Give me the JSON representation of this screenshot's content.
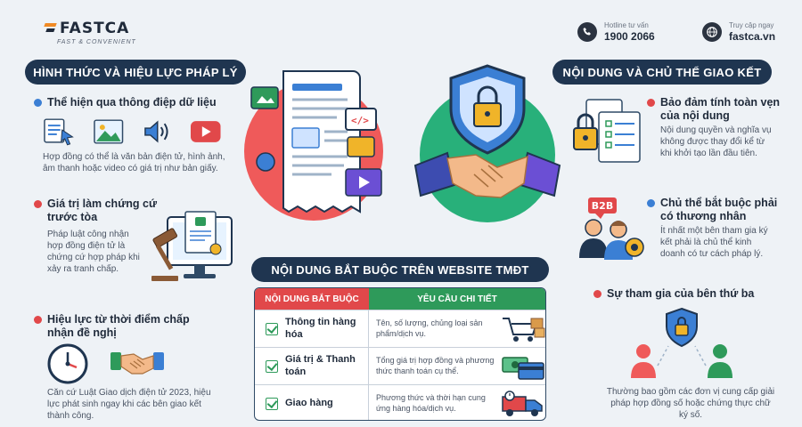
{
  "header": {
    "brand": "FASTCA",
    "tagline": "FAST & CONVENIENT",
    "hotline_label": "Hotline tư vấn",
    "hotline_value": "1900 2066",
    "web_label": "Truy cập ngay",
    "web_value": "fastca.vn"
  },
  "left": {
    "banner": "HÌNH THỨC VÀ HIỆU LỰC PHÁP LÝ",
    "items": [
      {
        "title": "Thể hiện qua thông điệp dữ liệu",
        "desc": "Hợp đồng có thể là văn bản điện tử, hình ảnh, âm thanh hoặc video có giá trị như bản giấy."
      },
      {
        "title": "Giá trị làm chứng cứ trước tòa",
        "desc": "Pháp luật công nhận hợp đồng điện tử là chứng cứ hợp pháp khi xảy ra tranh chấp."
      },
      {
        "title": "Hiệu lực từ thời điểm chấp nhận đề nghị",
        "desc": "Căn cứ Luật Giao dịch điện tử 2023, hiệu lực phát sinh ngay khi các bên giao kết thành công."
      }
    ]
  },
  "right": {
    "banner": "NỘI DUNG VÀ CHỦ THỂ GIAO KẾT",
    "items": [
      {
        "title": "Bảo đảm tính toàn vẹn của nội dung",
        "desc": "Nội dung quyền và nghĩa vụ không được thay đổi kể từ khi khởi tạo lần đầu tiên."
      },
      {
        "title": "Chủ thể bắt buộc phải có thương nhân",
        "desc": "Ít nhất một bên tham gia ký kết phải là chủ thể kinh doanh có tư cách pháp lý.",
        "badge": "B2B"
      },
      {
        "title": "Sự tham gia của bên thứ ba",
        "desc": "Thường bao gồm các đơn vị cung cấp giải pháp hợp đồng số hoặc chứng thực chữ ký số."
      }
    ]
  },
  "center": {
    "banner": "NỘI DUNG BẮT BUỘC TRÊN WEBSITE TMĐT",
    "table": {
      "headers": [
        "NỘI DUNG BẮT BUỘC",
        "YÊU CẦU CHI TIẾT"
      ],
      "rows": [
        {
          "label": "Thông tin hàng hóa",
          "detail": "Tên, số lượng, chủng loại sản phẩm/dịch vụ."
        },
        {
          "label": "Giá trị & Thanh toán",
          "detail": "Tổng giá trị hợp đồng và phương thức thanh toán cụ thể."
        },
        {
          "label": "Giao hàng",
          "detail": "Phương thức và thời hạn cung ứng hàng hóa/dịch vụ."
        }
      ]
    }
  },
  "colors": {
    "banner": "#1f3550",
    "header_red": "#e1484a",
    "header_green": "#2e9a5a",
    "dot_blue": "#3b7fd4",
    "dot_red": "#e1484a",
    "accent_orange": "#f08a24"
  }
}
